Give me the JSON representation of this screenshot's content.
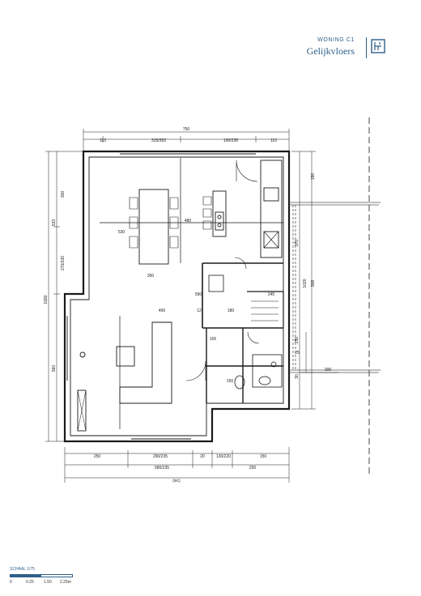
{
  "header": {
    "house_code": "WONING C1",
    "floor_title": "Gelijkvloers",
    "logo_icon": "floorplan-logo-icon"
  },
  "plan": {
    "dims_top": {
      "overall": "750",
      "segments": [
        "110",
        "315/353",
        "190/235",
        "110"
      ]
    },
    "dims_left": {
      "overall": "1680",
      "segments": [
        "300",
        "533",
        "270/330",
        "560"
      ]
    },
    "dims_bottom": {
      "row1": [
        "250",
        "290/235",
        "20",
        "130/220",
        "150"
      ],
      "row2": [
        "580/235",
        "250"
      ],
      "overall": "(sic)"
    },
    "dims_right": {
      "main": [
        "190",
        "970",
        "1020",
        "908"
      ],
      "small": [
        "250",
        "30"
      ],
      "horizontal": "300"
    },
    "inner_labels": [
      "400",
      "530",
      "480",
      "590",
      "12",
      "180",
      "150",
      "245",
      "25",
      "165",
      "300"
    ]
  },
  "scale": {
    "label": "SCHAAL 1/75",
    "ticks": [
      "0",
      "0.25",
      "1.50",
      "2.25m"
    ],
    "fill_fraction": 0.5
  },
  "colors": {
    "accent": "#2e5f8a",
    "line": "#1a1a1a"
  }
}
